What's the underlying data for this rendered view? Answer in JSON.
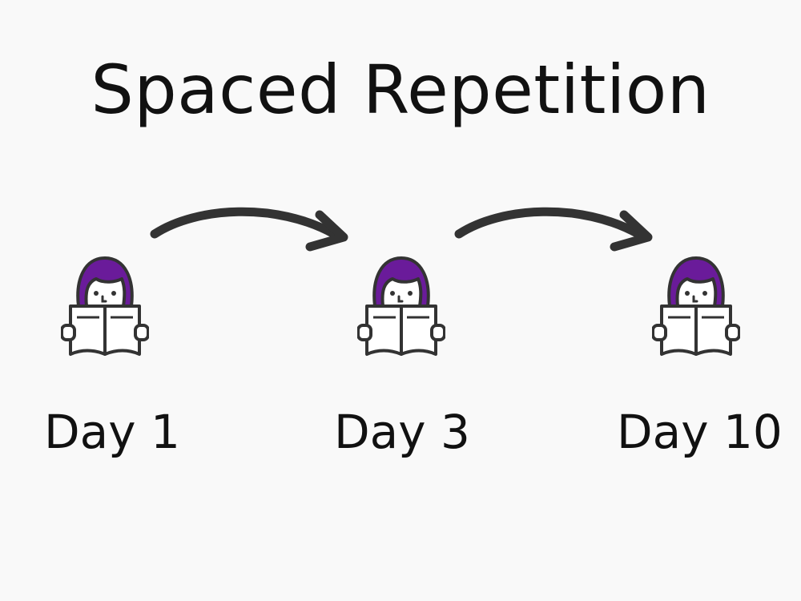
{
  "title": "Spaced Repetition",
  "steps": [
    {
      "label": "Day 1"
    },
    {
      "label": "Day 3"
    },
    {
      "label": "Day 10"
    }
  ],
  "icons": {
    "reader": "person-reading-book-icon",
    "arrow": "curved-arrow-right-icon"
  },
  "colors": {
    "hair": "#6a1b9a",
    "ink": "#333333",
    "background": "#f9f9f9"
  }
}
